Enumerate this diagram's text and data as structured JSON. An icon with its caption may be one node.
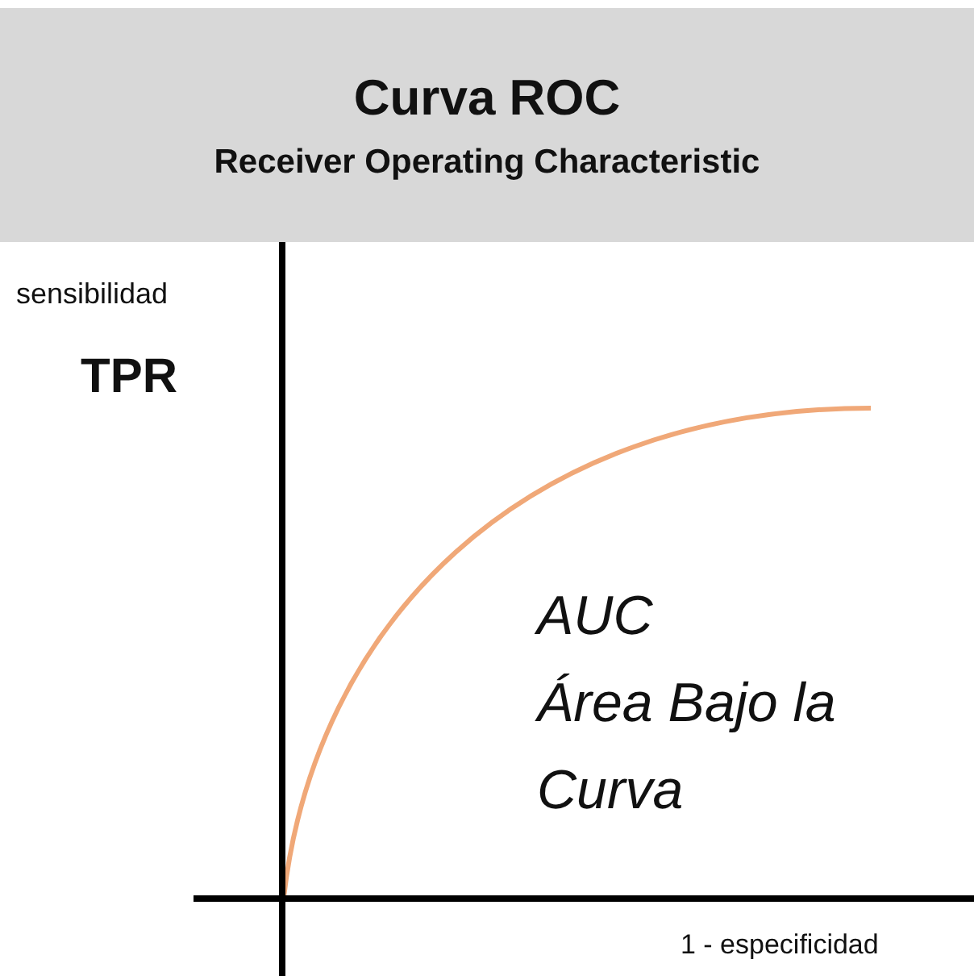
{
  "diagram": {
    "title": "Curva ROC",
    "labels": [
      "Receiver Operating Characteristic",
      "sensibilidad",
      "TPR",
      "AUC",
      "Área Bajo la Curva",
      "1 - especificidad"
    ]
  }
}
